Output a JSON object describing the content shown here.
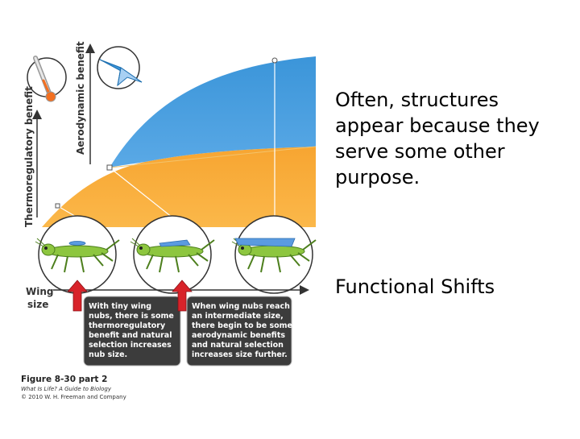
{
  "axes": {
    "y_thermo": "Thermoregulatory benefit",
    "y_aero": "Aerodynamic benefit",
    "x_label_line1": "Wing",
    "x_label_line2": "size"
  },
  "callouts": [
    {
      "lines": [
        "With tiny wing",
        "nubs, there is some",
        "thermoregulatory",
        "benefit and natural",
        "selection increases",
        "nub size."
      ]
    },
    {
      "lines": [
        "When wing nubs reach",
        "an intermediate size,",
        "there begin to be some",
        "aerodynamic benefits",
        "and natural selection",
        "increases size further."
      ]
    }
  ],
  "figure_caption": {
    "title": "Figure 8-30 part 2",
    "book": "What Is Life? A Guide to Biology",
    "copyright": "© 2010 W. H. Freeman and Company"
  },
  "slide_text": {
    "main": "Often, structures appear because they serve some other purpose.",
    "sub": "Functional Shifts"
  },
  "colors": {
    "aero_fill": "#3b95d9",
    "thermo_fill": "#f7a531",
    "insect": "#8dc63f",
    "wing": "#5b9be0",
    "arrow_red": "#d8232a",
    "callout_box": "#3c3c3c"
  },
  "icons": [
    "thermometer-icon",
    "paper-airplane-icon",
    "insect-icon"
  ]
}
